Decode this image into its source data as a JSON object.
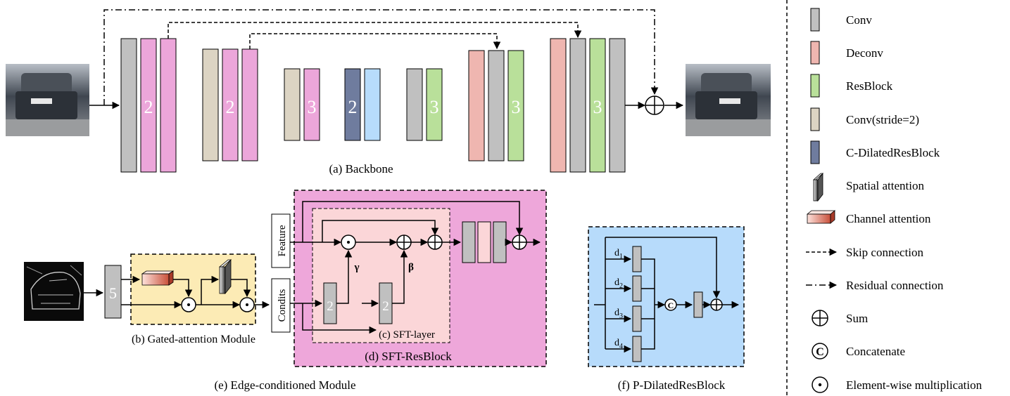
{
  "colors": {
    "conv": "#c0c0c0",
    "deconv": "#efb6b0",
    "resblock": "#b9e09a",
    "conv_stride2": "#dcd4c3",
    "c_dilated": "#6f7c9e",
    "light_blue": "#b7dcfb",
    "pink": "#eca6da",
    "edge_module_bg": "#eea7da",
    "sft_layer_bg": "#fbd6d8",
    "gated_bg": "#fcebb5",
    "pdilated_bg": "#b7dbfb"
  },
  "captions": {
    "backbone": "(a) Backbone",
    "gated": "(b) Gated-attention Module",
    "sft_layer": "(c) SFT-layer",
    "sft_resblock": "(d) SFT-ResBlock",
    "edge": "(e) Edge-conditioned Module",
    "pdilated": "(f) P-DilatedResBlock"
  },
  "block_numbers": {
    "b1": "2",
    "b2": "2",
    "b3": "3",
    "b4": "2",
    "b5": "3",
    "b6": "3",
    "b7": "3",
    "edge5": "5",
    "sft1": "2",
    "sft2": "2"
  },
  "labels": {
    "feature": "Feature",
    "condits": "Condits",
    "gamma": "γ",
    "beta": "β",
    "d1": "d",
    "d1_sub": "1",
    "d2": "d",
    "d2_sub": "2",
    "d3": "d",
    "d3_sub": "3",
    "d4": "d",
    "d4_sub": "4",
    "concat_symbol": "C"
  },
  "legend": [
    {
      "label": "Conv",
      "icon": "conv-swatch"
    },
    {
      "label": "Deconv",
      "icon": "deconv-swatch"
    },
    {
      "label": "ResBlock",
      "icon": "resblock-swatch"
    },
    {
      "label": "Conv(stride=2)",
      "icon": "conv-stride2-swatch"
    },
    {
      "label": "C-DilatedResBlock",
      "icon": "c-dilated-swatch"
    },
    {
      "label": "Spatial attention",
      "icon": "spatial-attention-icon"
    },
    {
      "label": "Channel attention",
      "icon": "channel-attention-icon"
    },
    {
      "label": "Skip connection",
      "icon": "skip-connection-icon"
    },
    {
      "label": "Residual connection",
      "icon": "residual-connection-icon"
    },
    {
      "label": "Sum",
      "icon": "sum-icon"
    },
    {
      "label": "Concatenate",
      "icon": "concatenate-icon"
    },
    {
      "label": "Element-wise multiplication",
      "icon": "multiply-icon"
    }
  ]
}
